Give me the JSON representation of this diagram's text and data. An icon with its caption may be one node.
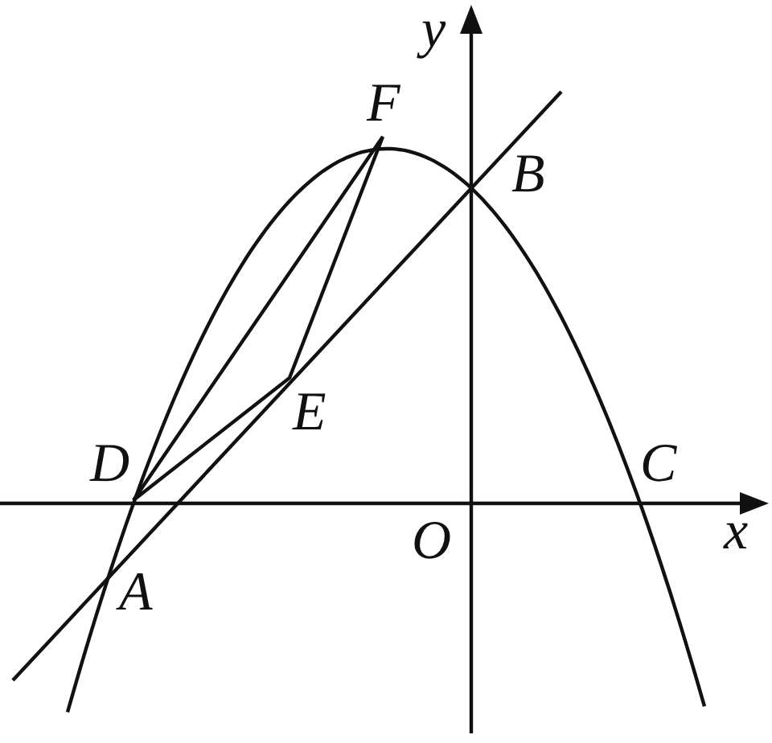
{
  "diagram": {
    "labels": [
      "y",
      "F",
      "B",
      "E",
      "D",
      "C",
      "O",
      "x",
      "A"
    ]
  }
}
